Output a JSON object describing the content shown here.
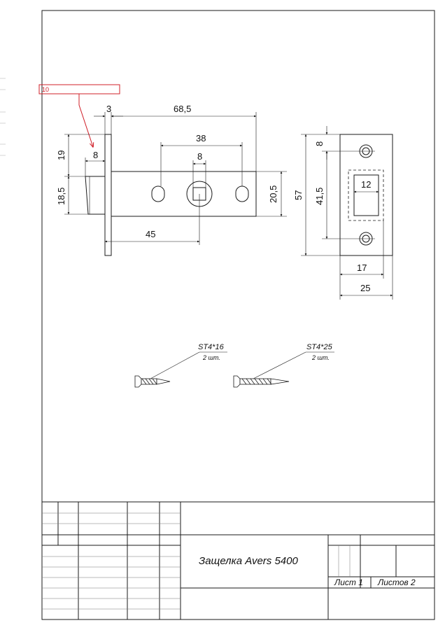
{
  "drawing": {
    "callout_label": "10",
    "dimensions": {
      "latch_side": {
        "plate_thickness": "3",
        "total_length": "68,5",
        "slot_distance": "38",
        "square_hole": "8",
        "follower_offset": "45",
        "body_height": "20,5",
        "plate_above": "19",
        "bolt_projection": "8",
        "bolt_height": "18,5"
      },
      "strike_plate": {
        "hole_to_top": "8",
        "hole_spacing": "41,5",
        "overall_height": "57",
        "window_width": "12",
        "inner_width": "17",
        "overall_width": "25"
      }
    },
    "screws": [
      {
        "spec": "ST4*16",
        "qty": "2 шт."
      },
      {
        "spec": "ST4*25",
        "qty": "2 шт."
      }
    ]
  },
  "title_block": {
    "title": "Защелка Avers 5400",
    "sheet_label": "Лист 1",
    "sheets_label": "Листов 2"
  },
  "colors": {
    "line": "#1a1a1a",
    "callout": "#d0202a",
    "thin_grid": "#777777"
  }
}
